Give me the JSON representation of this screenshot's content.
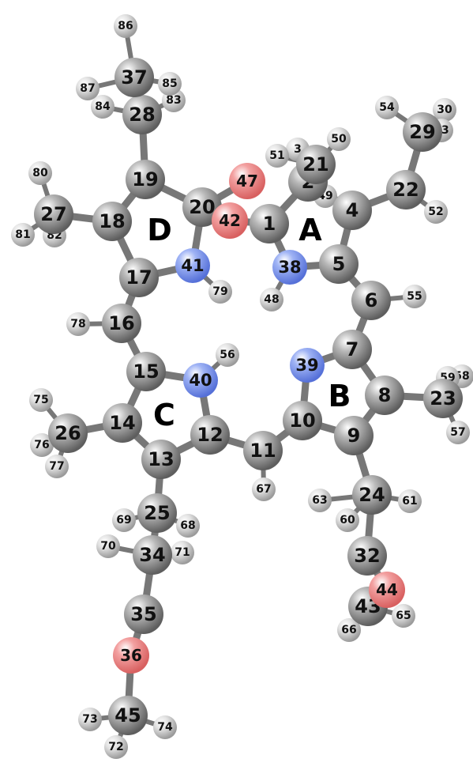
{
  "ring_labels": [
    "A",
    "B",
    "C",
    "D"
  ],
  "colors": {
    "carbon": "#8c8c8c",
    "nitrogen": "#7f98ee",
    "oxygen": "#ee8686",
    "hydrogen": "#d6d6d6",
    "bond": "#777777"
  },
  "atoms": [
    {
      "id": "1",
      "el": "C"
    },
    {
      "id": "2",
      "el": "C"
    },
    {
      "id": "3",
      "el": "H"
    },
    {
      "id": "4",
      "el": "C"
    },
    {
      "id": "5",
      "el": "C"
    },
    {
      "id": "6",
      "el": "C"
    },
    {
      "id": "7",
      "el": "C"
    },
    {
      "id": "8",
      "el": "C"
    },
    {
      "id": "9",
      "el": "C"
    },
    {
      "id": "10",
      "el": "C"
    },
    {
      "id": "11",
      "el": "C"
    },
    {
      "id": "12",
      "el": "C"
    },
    {
      "id": "13",
      "el": "C"
    },
    {
      "id": "14",
      "el": "C"
    },
    {
      "id": "15",
      "el": "C"
    },
    {
      "id": "16",
      "el": "C"
    },
    {
      "id": "17",
      "el": "C"
    },
    {
      "id": "18",
      "el": "C"
    },
    {
      "id": "19",
      "el": "C"
    },
    {
      "id": "20",
      "el": "C"
    },
    {
      "id": "21",
      "el": "C"
    },
    {
      "id": "22",
      "el": "C"
    },
    {
      "id": "23",
      "el": "C"
    },
    {
      "id": "24",
      "el": "C"
    },
    {
      "id": "25",
      "el": "C"
    },
    {
      "id": "26",
      "el": "C"
    },
    {
      "id": "27",
      "el": "C"
    },
    {
      "id": "28",
      "el": "C"
    },
    {
      "id": "29",
      "el": "C"
    },
    {
      "id": "30",
      "el": "H"
    },
    {
      "id": "32",
      "el": "C"
    },
    {
      "id": "34",
      "el": "C"
    },
    {
      "id": "35",
      "el": "C"
    },
    {
      "id": "36",
      "el": "O"
    },
    {
      "id": "37",
      "el": "C"
    },
    {
      "id": "38",
      "el": "N"
    },
    {
      "id": "39",
      "el": "N"
    },
    {
      "id": "40",
      "el": "N"
    },
    {
      "id": "41",
      "el": "N"
    },
    {
      "id": "42",
      "el": "O"
    },
    {
      "id": "43",
      "el": "C"
    },
    {
      "id": "44",
      "el": "O"
    },
    {
      "id": "45",
      "el": "C"
    },
    {
      "id": "47",
      "el": "O"
    },
    {
      "id": "48",
      "el": "H"
    },
    {
      "id": "49",
      "el": "H"
    },
    {
      "id": "50",
      "el": "H"
    },
    {
      "id": "51",
      "el": "H"
    },
    {
      "id": "52",
      "el": "H"
    },
    {
      "id": "53",
      "el": "H"
    },
    {
      "id": "54",
      "el": "H"
    },
    {
      "id": "55",
      "el": "H"
    },
    {
      "id": "56",
      "el": "H"
    },
    {
      "id": "57",
      "el": "H"
    },
    {
      "id": "58",
      "el": "H"
    },
    {
      "id": "59",
      "el": "H"
    },
    {
      "id": "60",
      "el": "H"
    },
    {
      "id": "61",
      "el": "H"
    },
    {
      "id": "63",
      "el": "H"
    },
    {
      "id": "65",
      "el": "H"
    },
    {
      "id": "66",
      "el": "H"
    },
    {
      "id": "67",
      "el": "H"
    },
    {
      "id": "68",
      "el": "H"
    },
    {
      "id": "69",
      "el": "H"
    },
    {
      "id": "70",
      "el": "H"
    },
    {
      "id": "71",
      "el": "H"
    },
    {
      "id": "72",
      "el": "H"
    },
    {
      "id": "73",
      "el": "H"
    },
    {
      "id": "74",
      "el": "H"
    },
    {
      "id": "75",
      "el": "H"
    },
    {
      "id": "76",
      "el": "H"
    },
    {
      "id": "77",
      "el": "H"
    },
    {
      "id": "78",
      "el": "H"
    },
    {
      "id": "79",
      "el": "H"
    },
    {
      "id": "80",
      "el": "H"
    },
    {
      "id": "81",
      "el": "H"
    },
    {
      "id": "82",
      "el": "H"
    },
    {
      "id": "83",
      "el": "H"
    },
    {
      "id": "84",
      "el": "H"
    },
    {
      "id": "85",
      "el": "H"
    },
    {
      "id": "86",
      "el": "H"
    },
    {
      "id": "87",
      "el": "H"
    }
  ],
  "bonds": [
    [
      "1",
      "2"
    ],
    [
      "2",
      "4"
    ],
    [
      "4",
      "5"
    ],
    [
      "5",
      "38"
    ],
    [
      "38",
      "1"
    ],
    [
      "5",
      "6"
    ],
    [
      "6",
      "7"
    ],
    [
      "7",
      "39"
    ],
    [
      "7",
      "8"
    ],
    [
      "8",
      "9"
    ],
    [
      "9",
      "10"
    ],
    [
      "10",
      "39"
    ],
    [
      "10",
      "11"
    ],
    [
      "11",
      "12"
    ],
    [
      "12",
      "40"
    ],
    [
      "40",
      "15"
    ],
    [
      "15",
      "14"
    ],
    [
      "14",
      "13"
    ],
    [
      "13",
      "12"
    ],
    [
      "15",
      "16"
    ],
    [
      "16",
      "17"
    ],
    [
      "17",
      "41"
    ],
    [
      "41",
      "20"
    ],
    [
      "20",
      "19"
    ],
    [
      "19",
      "18"
    ],
    [
      "18",
      "17"
    ],
    [
      "20",
      "42"
    ],
    [
      "20",
      "47"
    ],
    [
      "42",
      "1"
    ],
    [
      "2",
      "3"
    ],
    [
      "2",
      "21"
    ],
    [
      "21",
      "51"
    ],
    [
      "21",
      "50"
    ],
    [
      "21",
      "49"
    ],
    [
      "4",
      "22"
    ],
    [
      "22",
      "29"
    ],
    [
      "22",
      "52"
    ],
    [
      "29",
      "30"
    ],
    [
      "29",
      "53"
    ],
    [
      "29",
      "54"
    ],
    [
      "6",
      "55"
    ],
    [
      "8",
      "23"
    ],
    [
      "23",
      "57"
    ],
    [
      "23",
      "58"
    ],
    [
      "23",
      "59"
    ],
    [
      "9",
      "24"
    ],
    [
      "24",
      "60"
    ],
    [
      "24",
      "61"
    ],
    [
      "24",
      "63"
    ],
    [
      "24",
      "32"
    ],
    [
      "32",
      "44"
    ],
    [
      "44",
      "43"
    ],
    [
      "43",
      "65"
    ],
    [
      "43",
      "66"
    ],
    [
      "11",
      "67"
    ],
    [
      "13",
      "25"
    ],
    [
      "25",
      "68"
    ],
    [
      "25",
      "69"
    ],
    [
      "25",
      "34"
    ],
    [
      "34",
      "70"
    ],
    [
      "34",
      "71"
    ],
    [
      "34",
      "35"
    ],
    [
      "35",
      "36"
    ],
    [
      "36",
      "45"
    ],
    [
      "45",
      "72"
    ],
    [
      "45",
      "73"
    ],
    [
      "45",
      "74"
    ],
    [
      "14",
      "26"
    ],
    [
      "26",
      "75"
    ],
    [
      "26",
      "76"
    ],
    [
      "26",
      "77"
    ],
    [
      "16",
      "78"
    ],
    [
      "41",
      "79"
    ],
    [
      "40",
      "56"
    ],
    [
      "38",
      "48"
    ],
    [
      "18",
      "27"
    ],
    [
      "27",
      "80"
    ],
    [
      "27",
      "81"
    ],
    [
      "27",
      "82"
    ],
    [
      "19",
      "28"
    ],
    [
      "28",
      "37"
    ],
    [
      "28",
      "83"
    ],
    [
      "28",
      "84"
    ],
    [
      "37",
      "85"
    ],
    [
      "37",
      "86"
    ],
    [
      "37",
      "87"
    ]
  ]
}
